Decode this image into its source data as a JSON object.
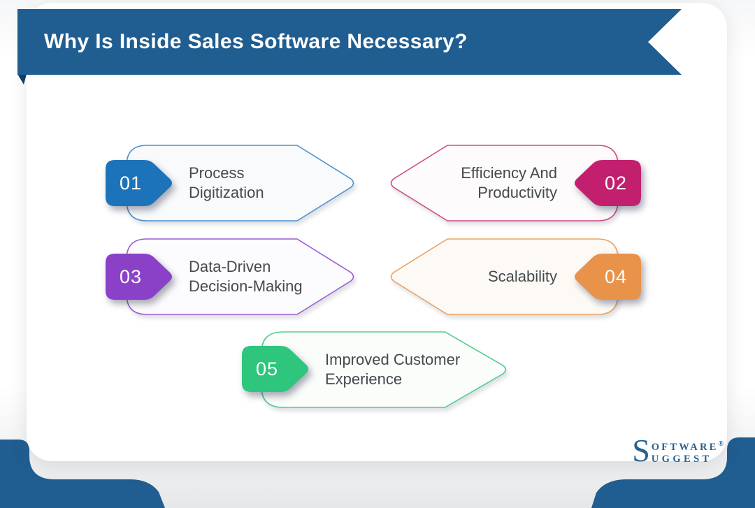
{
  "header": {
    "title": "Why Is Inside Sales Software Necessary?"
  },
  "items": [
    {
      "number": "01",
      "label": "Process\nDigitization",
      "accent": "#1d73b9",
      "border": "#4a90d0",
      "fill": "#f9fafc"
    },
    {
      "number": "02",
      "label": "Efficiency And\nProductivity",
      "accent": "#c2206f",
      "border": "#cb4c88",
      "fill": "#fdfbfb"
    },
    {
      "number": "03",
      "label": "Data-Driven\nDecision-Making",
      "accent": "#8a41c8",
      "border": "#9c5cd4",
      "fill": "#fcfbfd"
    },
    {
      "number": "04",
      "label": "Scalability",
      "accent": "#e8924a",
      "border": "#e9a263",
      "fill": "#fdfaf6"
    },
    {
      "number": "05",
      "label": "Improved Customer\nExperience",
      "accent": "#2ec57d",
      "border": "#52cd92",
      "fill": "#fbfdfb"
    }
  ],
  "branding": {
    "logo_s": "S",
    "logo_line1": "OFTWARE",
    "logo_reg": "®",
    "logo_line2": "UGGEST"
  },
  "colors": {
    "ribbon": "#205d90",
    "ribbon_fold": "#123f60",
    "bottom_shapes": "#205d90",
    "text": "#45494c",
    "logo": "#27618f"
  }
}
